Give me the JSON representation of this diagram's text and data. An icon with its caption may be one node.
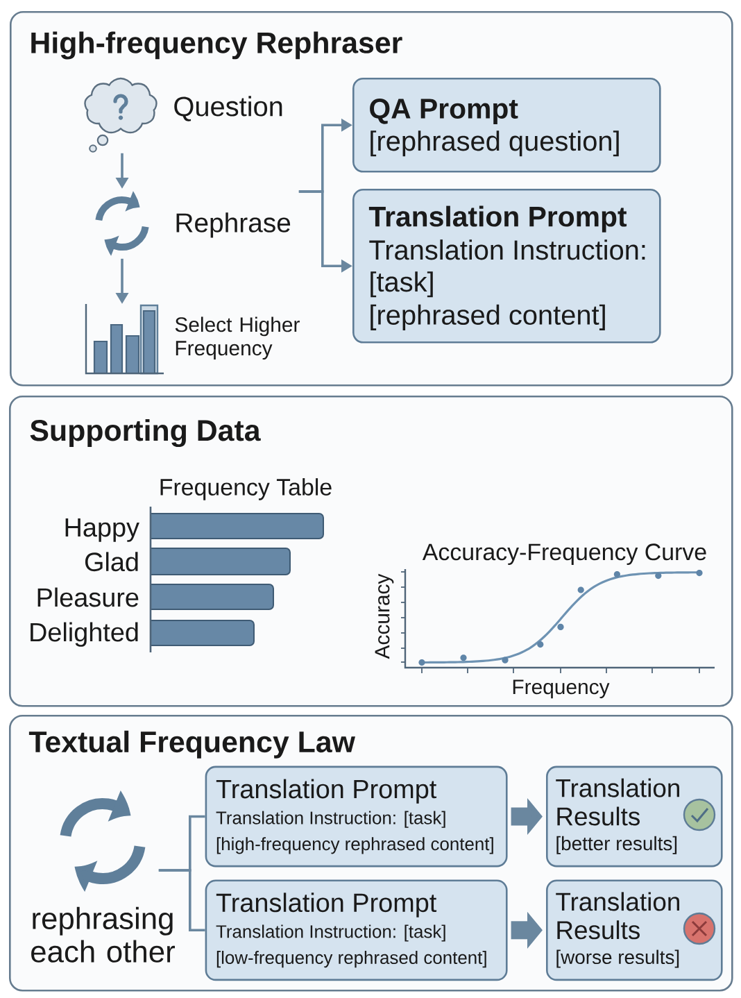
{
  "diagram": {
    "nodes": [
      {
        "text": [
          "High-frequency Rephraser"
        ]
      },
      {
        "text": [],
        "shape": "cloud",
        "beside": [
          "Question"
        ],
        "in": 0
      },
      {
        "text": [],
        "shape": "picture",
        "beside": [
          "Rephrase"
        ],
        "in": 0
      },
      {
        "text": [],
        "shape": "picture",
        "beside": [
          "Select Higher Frequency"
        ],
        "in": 0
      },
      {
        "text": [
          "QA Prompt",
          "[rephrased question]"
        ],
        "in": 0
      },
      {
        "text": [
          "Translation Prompt",
          "Translation Instruction:",
          "[task]",
          "[rephrased content]"
        ],
        "in": 0
      },
      {
        "text": [
          "Supporting Data"
        ]
      },
      {
        "text": [
          "Textual Frequency Law"
        ]
      },
      {
        "text": [],
        "shape": "picture",
        "beside": [
          "rephrasing each other"
        ],
        "in": 7
      },
      {
        "text": [
          "Translation Prompt",
          "Translation Instruction: [task]",
          "[high-frequency rephrased content]"
        ],
        "in": 7
      },
      {
        "text": [
          "Translation Results",
          "[better results]"
        ],
        "in": 7
      },
      {
        "text": [
          "Translation Prompt",
          "Translation Instruction: [task]",
          "[low-frequency rephrased content]"
        ],
        "in": 7
      },
      {
        "text": [
          "Translation Results",
          "[worse results]"
        ],
        "in": 7
      }
    ],
    "edges": [
      {
        "from": 1,
        "to": 2,
        "arrow": "to"
      },
      {
        "from": 2,
        "to": 3,
        "arrow": "to"
      },
      {
        "from": 2,
        "to": 4,
        "arrow": "to"
      },
      {
        "from": 2,
        "to": 5,
        "arrow": "to"
      },
      {
        "from": 8,
        "to": 9,
        "arrow": "none"
      },
      {
        "from": 8,
        "to": 11,
        "arrow": "none"
      },
      {
        "from": 9,
        "to": 10,
        "arrow": "to",
        "style": "thick"
      },
      {
        "from": 11,
        "to": 12,
        "arrow": "to",
        "style": "thick"
      }
    ],
    "labels": [
      "Frequency Table",
      "Happy",
      "Glad",
      "Pleasure",
      "Delighted",
      "Accuracy-Frequency Curve",
      "Accuracy",
      "Frequency"
    ]
  }
}
